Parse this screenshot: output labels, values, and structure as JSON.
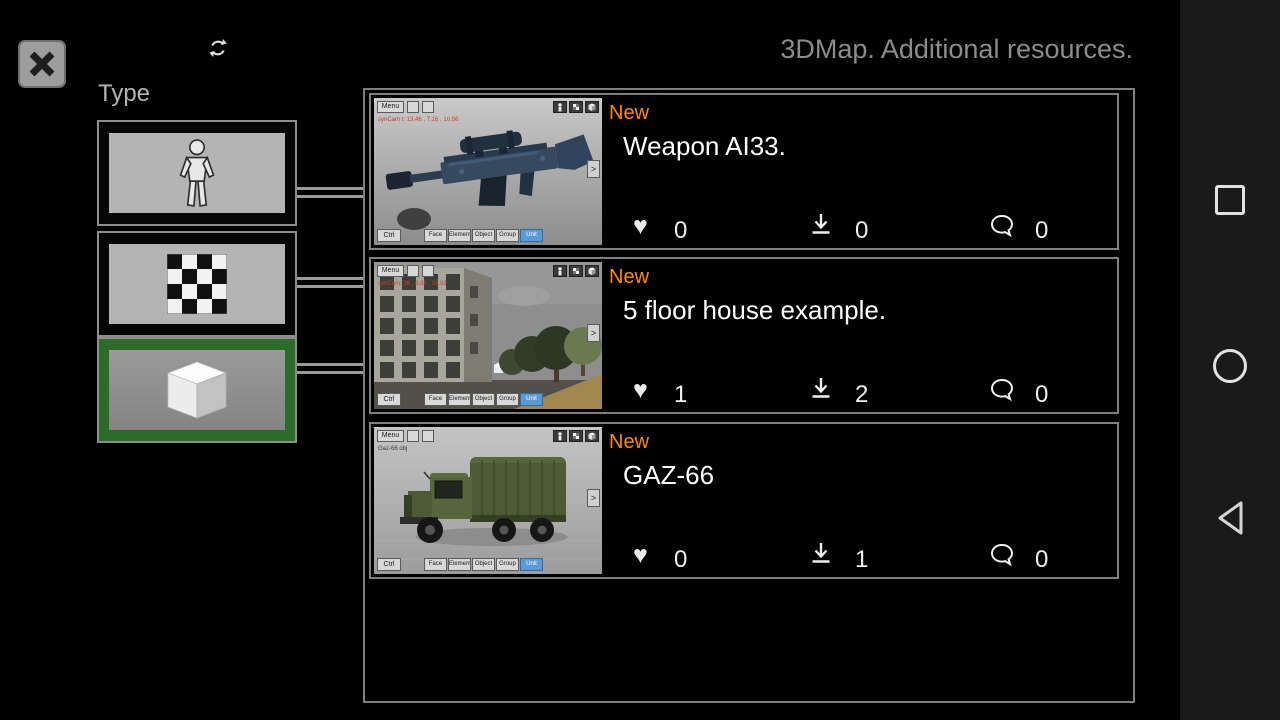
{
  "colors": {
    "accent_orange": "#ff8a00",
    "selected_green": "#2c6b2c",
    "panel_border": "#7f7f7f"
  },
  "header": {
    "title": "3DMap. Additional resources."
  },
  "icons": {
    "close": "x-cross",
    "refresh": "sync-arrows",
    "heart": "♥",
    "download": "arrow-down-to-line",
    "comment": "speech-bubble",
    "recents": "square-outline",
    "home": "circle-outline",
    "back": "triangle-left-outline"
  },
  "sidebar": {
    "label": "Type",
    "items": [
      {
        "id": "character",
        "icon": "person-icon",
        "selected": false
      },
      {
        "id": "texture",
        "icon": "checker-icon",
        "selected": false
      },
      {
        "id": "object",
        "icon": "cube-icon",
        "selected": true
      }
    ]
  },
  "editor_chrome": {
    "menu": "Menu",
    "ctrl": "Ctrl",
    "arrow": ">",
    "tools": [
      "Face",
      "Element",
      "Object",
      "Group",
      "Unit"
    ]
  },
  "cards": [
    {
      "badge": "New",
      "title": "Weapon AI33.",
      "likes": "0",
      "downloads": "0",
      "comments": "0",
      "thumb_meta": "synCam t: 13.46 , 7.16 , 10.56"
    },
    {
      "badge": "New",
      "title": "5 floor house example.",
      "likes": "1",
      "downloads": "2",
      "comments": "0",
      "thumb_meta": "synCam: 26 , 8.98 , 16.92"
    },
    {
      "badge": "New",
      "title": "GAZ-66",
      "likes": "0",
      "downloads": "1",
      "comments": "0",
      "thumb_meta": "Gaz-66 obj"
    }
  ]
}
